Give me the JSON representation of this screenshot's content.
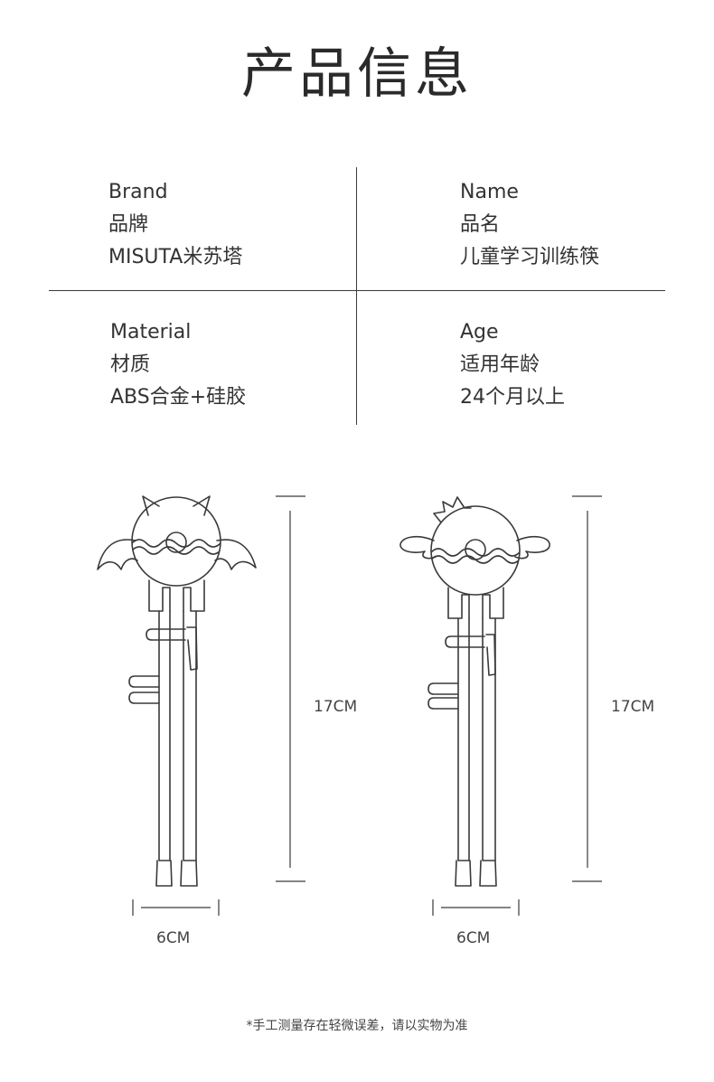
{
  "title": "产品信息",
  "specs": {
    "brand": {
      "en": "Brand",
      "zh": "品牌",
      "value": "MISUTA米苏塔"
    },
    "name": {
      "en": "Name",
      "zh": "品名",
      "value": "儿童学习训练筷"
    },
    "material": {
      "en": "Material",
      "zh": "材质",
      "value": "ABS合金+硅胶"
    },
    "age": {
      "en": "Age",
      "zh": "适用年龄",
      "value": "24个月以上"
    }
  },
  "products": [
    {
      "height": "17CM",
      "width": "6CM"
    },
    {
      "height": "17CM",
      "width": "6CM"
    }
  ],
  "footnote": "*手工测量存在轻微误差，请以实物为准",
  "colors": {
    "line": "#3a3a3a",
    "text": "#333333"
  }
}
